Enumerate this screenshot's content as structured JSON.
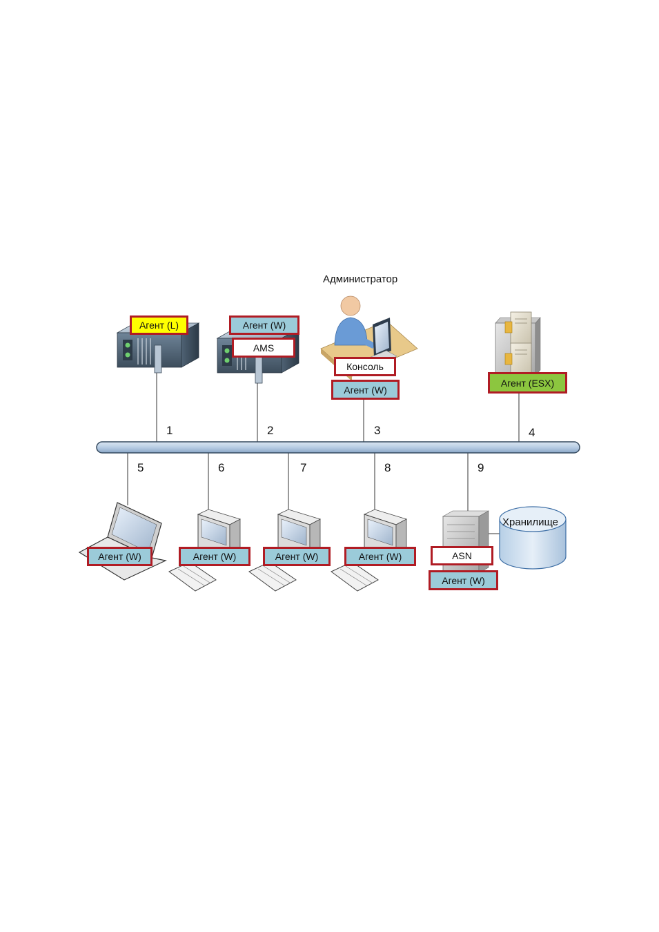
{
  "diagram": {
    "title": "Администратор",
    "colors": {
      "agent_windows": "#9bcbd9",
      "agent_linux": "#ffff00",
      "agent_esx": "#8cc63f",
      "service_box": "#ffffff",
      "border": "#b01c24",
      "bus": "#b8cde4"
    },
    "nodes": [
      {
        "number": "1",
        "icon": "rack-server-icon",
        "labels": [
          "Агент (L)"
        ]
      },
      {
        "number": "2",
        "icon": "rack-server-icon",
        "labels": [
          "Агент (W)",
          "AMS"
        ]
      },
      {
        "number": "3",
        "icon": "administrator-workstation-icon",
        "labels": [
          "Консоль",
          "Агент (W)"
        ]
      },
      {
        "number": "4",
        "icon": "esx-host-icon",
        "labels": [
          "Агент (ESX)"
        ]
      },
      {
        "number": "5",
        "icon": "laptop-icon",
        "labels": [
          "Агент (W)"
        ]
      },
      {
        "number": "6",
        "icon": "desktop-pc-icon",
        "labels": [
          "Агент (W)"
        ]
      },
      {
        "number": "7",
        "icon": "desktop-pc-icon",
        "labels": [
          "Агент (W)"
        ]
      },
      {
        "number": "8",
        "icon": "desktop-pc-icon",
        "labels": [
          "Агент (W)"
        ]
      },
      {
        "number": "9",
        "icon": "tower-server-icon",
        "labels": [
          "ASN",
          "Агент (W)"
        ]
      }
    ],
    "storage": {
      "label": "Хранилище",
      "icon": "database-storage-icon"
    }
  }
}
